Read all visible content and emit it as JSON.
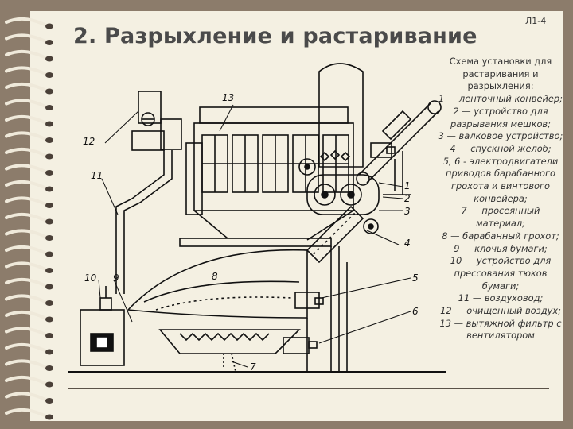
{
  "slide": {
    "title": "2. Разрыхление и растаривание",
    "number": "Л1-4"
  },
  "figure": {
    "labels": {
      "l1": "1",
      "l2": "2",
      "l3": "3",
      "l4": "4",
      "l5": "5",
      "l6": "6",
      "l7": "7",
      "l8": "8",
      "l9": "9",
      "l10": "10",
      "l11": "11",
      "l12": "12",
      "l13": "13"
    }
  },
  "caption": {
    "heading": "Схема установки для растаривания и разрыхления:",
    "items": [
      "1 — ленточный конвейер;",
      "2 — устройство для разрывания мешков;",
      "3 — валковое устройство;",
      "4 — спускной желоб;",
      "5, 6 - электродвигатели приводов барабанного грохота и винтового конвейера;",
      "7 — просеянный материал;",
      "8 — барабанный грохот;",
      "9 — клочья бумаги;",
      "10 — устройство для прессования тюков бумаги;",
      "11 — воздуховод;",
      "12 — очищенный воздух;",
      "13 — вытяжной фильтр с вентилятором"
    ]
  },
  "colors": {
    "frame": "#8c7c6b",
    "paper": "#f4f0e2",
    "title": "#4a4a4a",
    "ink": "#111111"
  }
}
